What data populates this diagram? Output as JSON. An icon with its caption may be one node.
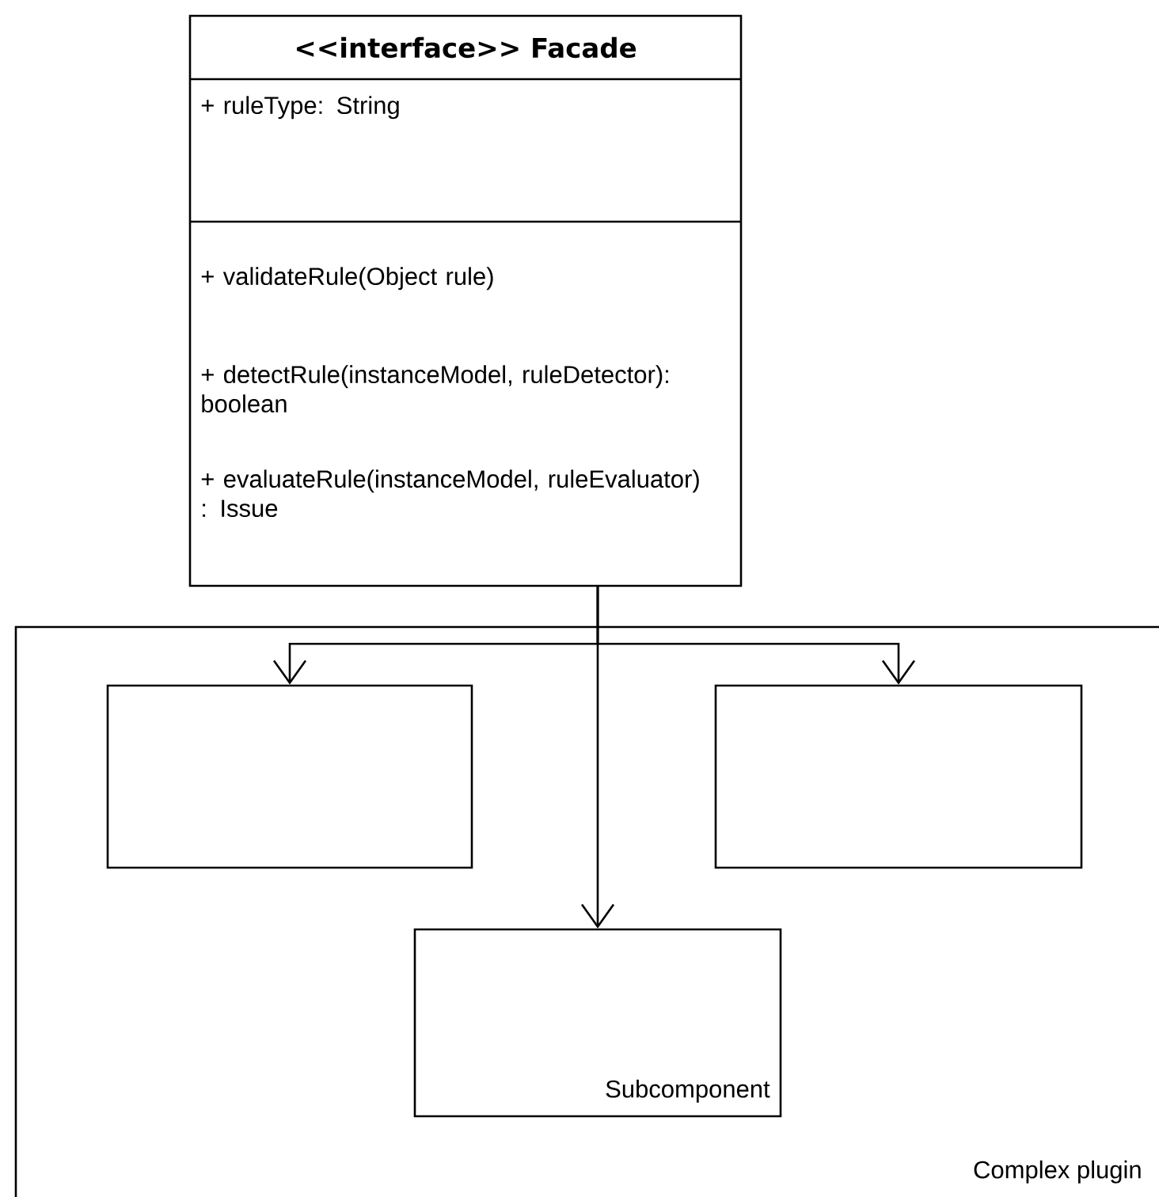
{
  "diagram": {
    "nodes": [
      {
        "text": [
          "<<interface>> Facade",
          "+ ruleType: String",
          "+ validateRule(Object rule)",
          "+ detectRule(instanceModel, ruleDetector): boolean",
          "+ evaluateRule(instanceModel, ruleEvaluator) : Issue"
        ]
      },
      {
        "text": [
          "Complex plugin"
        ]
      },
      {
        "text": [],
        "shape": "box",
        "in": 1
      },
      {
        "text": [],
        "shape": "box",
        "in": 1
      },
      {
        "text": [
          "Subcomponent"
        ],
        "in": 1
      }
    ],
    "edges": [
      {
        "from": 0,
        "to": 2,
        "arrow": "to"
      },
      {
        "from": 0,
        "to": 4,
        "arrow": "to"
      },
      {
        "from": 0,
        "to": 3,
        "arrow": "to"
      }
    ]
  }
}
